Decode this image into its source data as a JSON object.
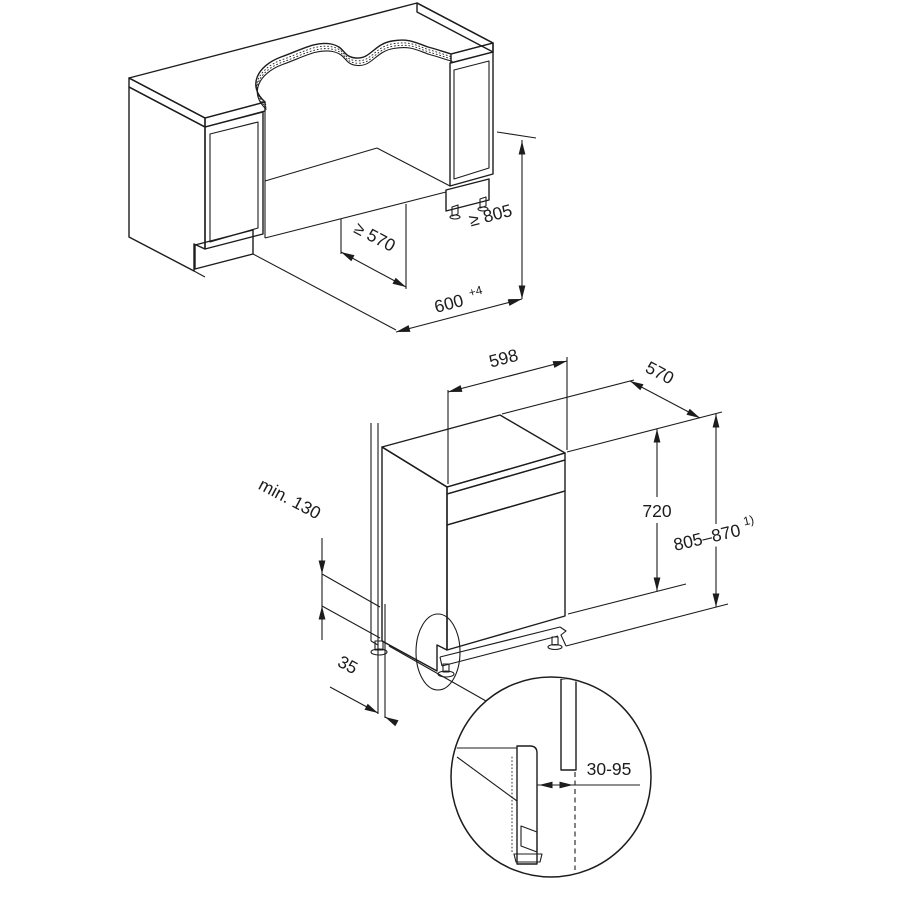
{
  "niche": {
    "depth": "≥ 570",
    "width": "600",
    "width_tolerance": "+4",
    "height": "≥ 805"
  },
  "appliance": {
    "width": "598",
    "depth": "570",
    "door_height": "720",
    "overall_height": "805–870",
    "overall_height_footnote": "1)",
    "plinth_clearance": "min. 130",
    "wall_offset": "35"
  },
  "detail": {
    "adjust_range": "30-95"
  },
  "colors": {
    "line": "#1c1c1c",
    "countertop": "#e7e7e9",
    "cabinet_face": "#ffffff",
    "slab_edge": "#f2f2f3",
    "side_panel": "#fafafa",
    "top_face": "#fcfcfc",
    "top_edge": "#b9b9bb",
    "control_panel": "#e3e3e5",
    "door": "#d5d5d7",
    "panel_gray": "#d9d9d9"
  }
}
